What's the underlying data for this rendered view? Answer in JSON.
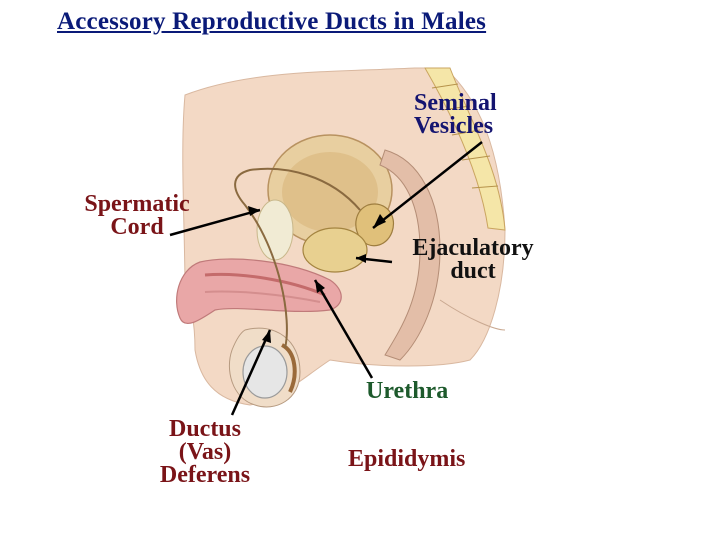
{
  "title": "Accessory Reproductive Ducts in Males",
  "labels": {
    "seminal_vesicles": [
      "Seminal",
      "Vesicles"
    ],
    "spermatic_cord": [
      "Spermatic",
      "Cord"
    ],
    "ejaculatory_duct": [
      "Ejaculatory",
      "duct"
    ],
    "urethra": "Urethra",
    "ductus_deferens": [
      "Ductus",
      "(Vas)",
      "Deferens"
    ],
    "epididymis": "Epididymis"
  },
  "colors": {
    "title": "#0a1a78",
    "navy_label": "#141470",
    "dark_red_label": "#7a1418",
    "green_label": "#1d5a2c"
  }
}
